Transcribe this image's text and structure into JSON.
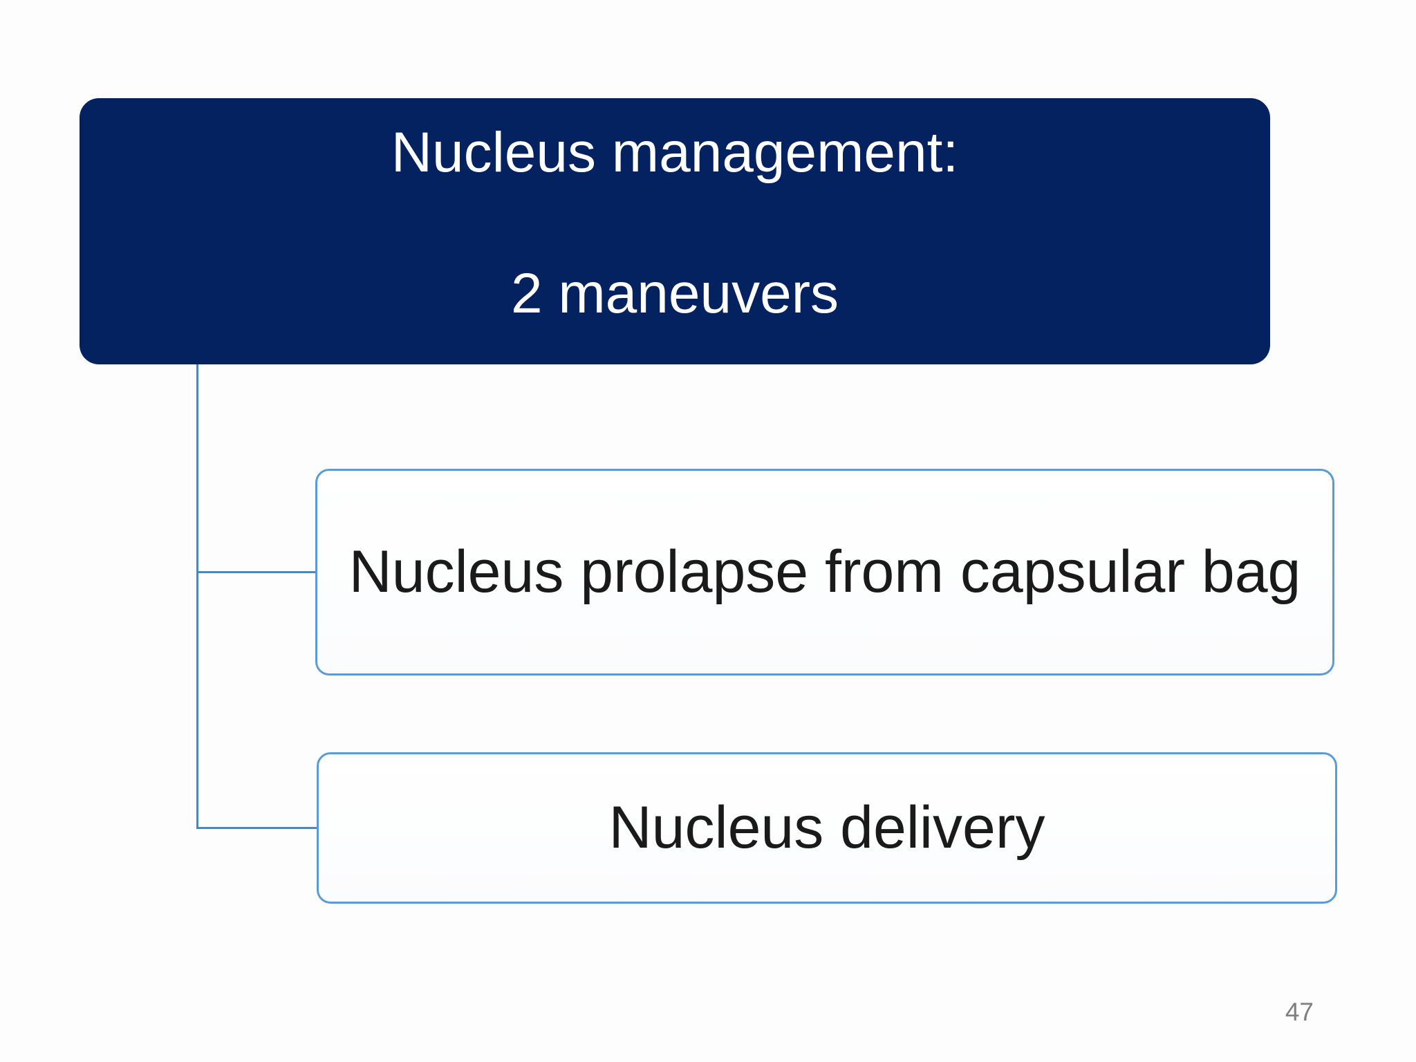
{
  "slide": {
    "page_number": "47",
    "colors": {
      "root_fill": "#042260",
      "root_text": "#ffffff",
      "child_border": "#5b9bd5",
      "child_fill": "#fefefe",
      "child_text": "#1a1a1a",
      "connector": "#4f86b8",
      "page_number_text": "#7f7f7f",
      "background": "#fdfdfd"
    },
    "diagram": {
      "type": "hierarchy",
      "root": {
        "line1": "Nucleus management:",
        "line2": "2 maneuvers"
      },
      "children": [
        {
          "label": "Nucleus prolapse from capsular bag"
        },
        {
          "label": "Nucleus delivery"
        }
      ]
    }
  }
}
